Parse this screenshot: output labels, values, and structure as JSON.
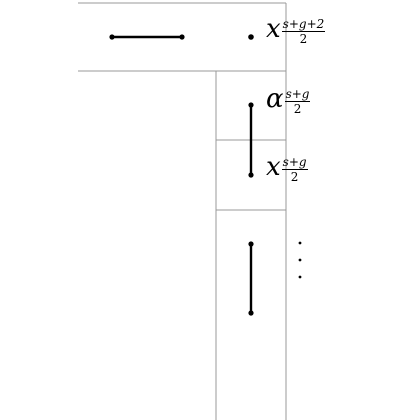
{
  "labels": {
    "x_top": {
      "symbol": "x",
      "sub_num": "s+g+2",
      "sub_den": "2"
    },
    "alpha": {
      "symbol": "α",
      "sub_num": "s+g",
      "sub_den": "2"
    },
    "x_mid": {
      "symbol": "x",
      "sub_num": "s+g",
      "sub_den": "2"
    }
  },
  "colors": {
    "grid_line": "#999999",
    "stroke": "#000000"
  }
}
